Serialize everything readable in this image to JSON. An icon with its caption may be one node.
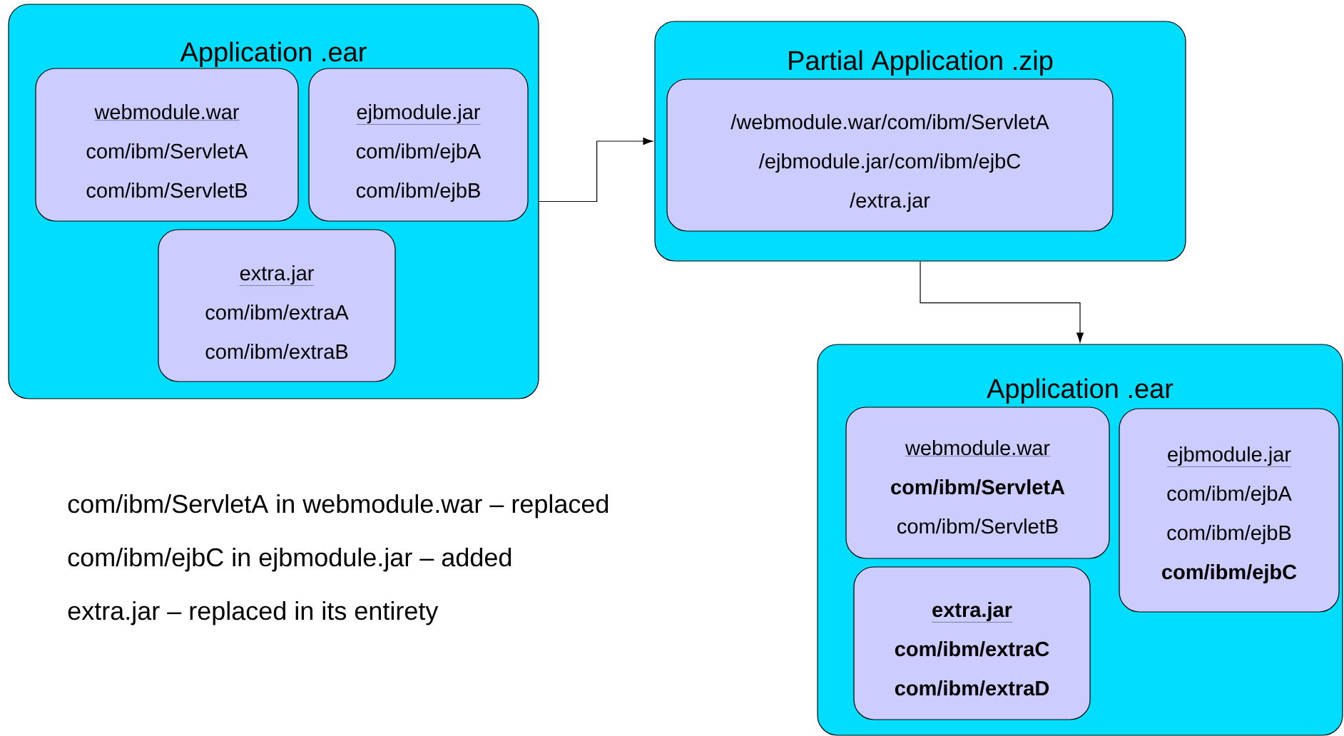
{
  "diagram": {
    "nodes": [
      {
        "text": [
          "Application .ear"
        ]
      },
      {
        "text": [
          "webmodule.war",
          "com/ibm/ServletA",
          "com/ibm/ServletB"
        ],
        "in": 0
      },
      {
        "text": [
          "ejbmodule.jar",
          "com/ibm/ejbA",
          "com/ibm/ejbB"
        ],
        "in": 0
      },
      {
        "text": [
          "extra.jar",
          "com/ibm/extraA",
          "com/ibm/extraB"
        ],
        "in": 0
      },
      {
        "text": [
          "Partial Application .zip"
        ]
      },
      {
        "text": [
          "/webmodule.war/com/ibm/ServletA",
          "/ejbmodule.jar/com/ibm/ejbC",
          "/extra.jar"
        ],
        "in": 4
      },
      {
        "text": [
          "Application .ear"
        ]
      },
      {
        "text": [
          "webmodule.war",
          "com/ibm/ServletA",
          "com/ibm/ServletB"
        ],
        "in": 6
      },
      {
        "text": [
          "ejbmodule.jar",
          "com/ibm/ejbA",
          "com/ibm/ejbB",
          "com/ibm/ejbC"
        ],
        "in": 6
      },
      {
        "text": [
          "extra.jar",
          "com/ibm/extraC",
          "com/ibm/extraD"
        ],
        "in": 6
      }
    ],
    "edges": [
      {
        "from": 0,
        "to": 4,
        "arrow": "to"
      },
      {
        "from": 4,
        "to": 6,
        "arrow": "to"
      }
    ],
    "labels": [
      "com/ibm/ServletA in webmodule.war – replaced",
      "com/ibm/ejbC in ejbmodule.jar – added",
      "extra.jar – replaced in its entirety"
    ]
  }
}
